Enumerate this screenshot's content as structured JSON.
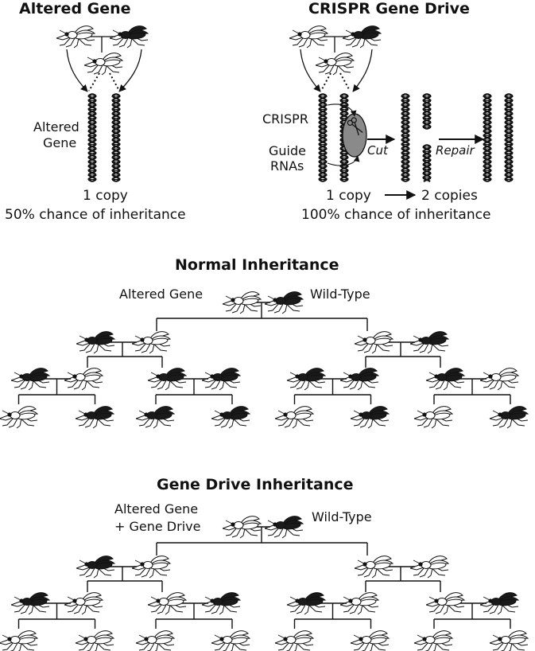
{
  "panel_left": {
    "title": "Altered Gene",
    "gene_label_line1": "Altered",
    "gene_label_line2": "Gene",
    "caption_line1": "1 copy",
    "caption_line2": "50% chance of inheritance"
  },
  "panel_right": {
    "title": "CRISPR Gene Drive",
    "crispr_label": "CRISPR",
    "guide_label_line1": "Guide",
    "guide_label_line2": "RNAs",
    "cut_label": "Cut",
    "repair_label": "Repair",
    "caption_line1_a": "1 copy",
    "caption_line1_b": "2 copies",
    "caption_line2": "100% chance of inheritance"
  },
  "normal": {
    "title": "Normal Inheritance",
    "left_parent_label": "Altered Gene",
    "right_parent_label": "Wild-Type"
  },
  "drive": {
    "title": "Gene Drive Inheritance",
    "left_parent_label_line1": "Altered Gene",
    "left_parent_label_line2": "+ Gene Drive",
    "right_parent_label": "Wild-Type"
  },
  "legend_colors": {
    "altered": "#ffffff",
    "wild_type": "#1a1a1a",
    "cas9": "#8a8a8a"
  }
}
